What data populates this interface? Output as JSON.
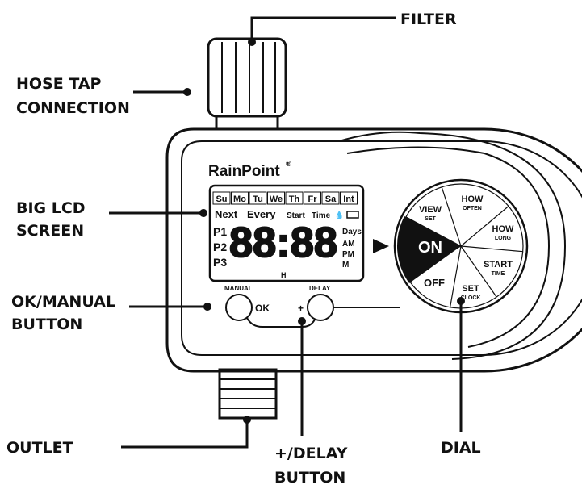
{
  "callouts": {
    "filter": "FILTER",
    "hose_tap": [
      "HOSE TAP",
      "CONNECTION"
    ],
    "lcd_screen": [
      "BIG LCD",
      "SCREEN"
    ],
    "ok_manual": [
      "OK/MANUAL",
      "BUTTON"
    ],
    "outlet": "OUTLET",
    "delay": [
      "+/DELAY",
      "BUTTON"
    ],
    "dial": "DIAL"
  },
  "device": {
    "brand": "RainPoint",
    "brand_mark": "®",
    "lcd": {
      "days": [
        "Su",
        "Mo",
        "Tu",
        "We",
        "Th",
        "Fr",
        "Sa",
        "Int"
      ],
      "row2": [
        "Next",
        "Every",
        "Start",
        "Time"
      ],
      "programs": [
        "P1",
        "P2",
        "P3"
      ],
      "digits": "88:88",
      "h_label": "H",
      "units": [
        "Days",
        "AM",
        "PM",
        "M"
      ],
      "icons": [
        "water-drop-icon",
        "battery-icon"
      ]
    },
    "buttons": {
      "manual_label": "MANUAL",
      "ok_label": "OK",
      "delay_label": "DELAY",
      "plus_label": "+"
    },
    "dial": {
      "on": "ON",
      "off": "OFF",
      "view": "VIEW",
      "view_sub": "SET",
      "how_often": "HOW",
      "how_often_sub": "OFTEN",
      "how_long": "HOW",
      "how_long_sub": "LONG",
      "start": "START",
      "start_sub": "TIME",
      "set": "SET",
      "set_sub": "CLOCK"
    }
  }
}
